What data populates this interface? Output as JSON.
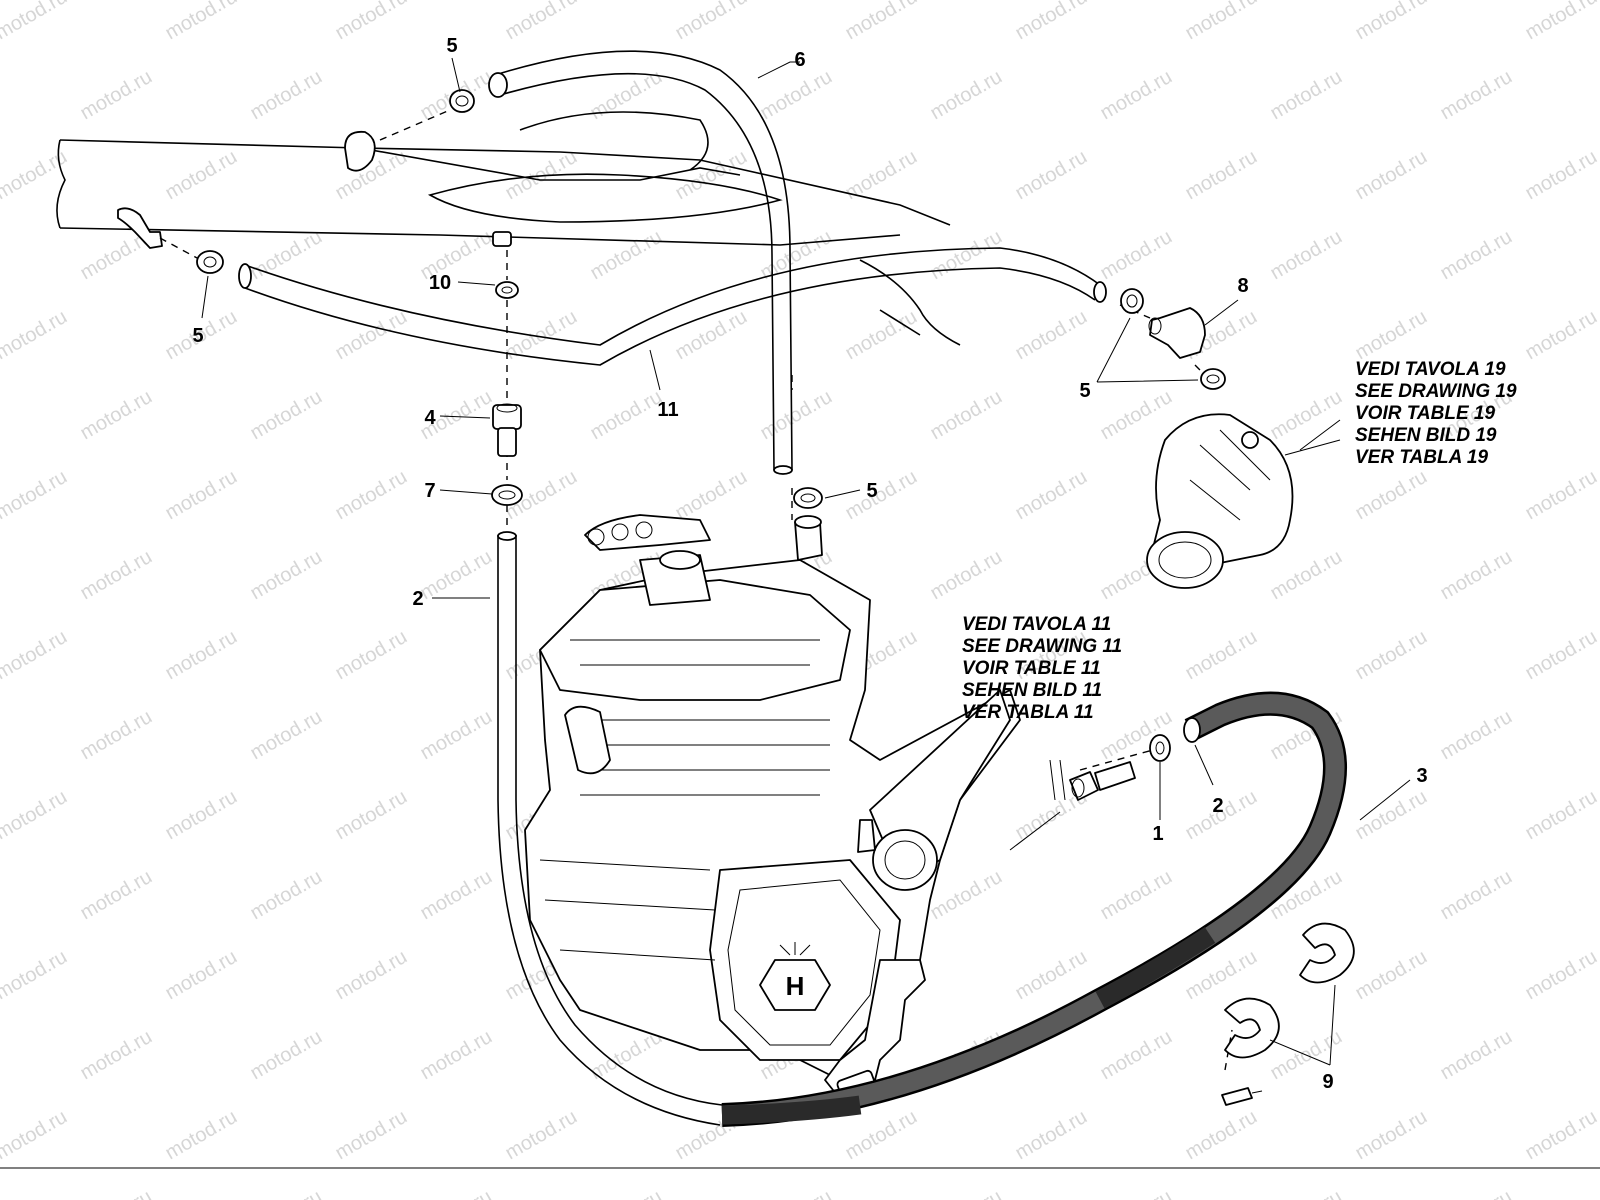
{
  "watermark": "motod.ru",
  "callouts": {
    "c5_top": "5",
    "c6": "6",
    "c5_left": "5",
    "c10": "10",
    "c11": "11",
    "c8": "8",
    "c5_right": "5",
    "c4": "4",
    "c7": "7",
    "c5_mid": "5",
    "c2_left": "2",
    "c3": "3",
    "c1": "1",
    "c2_right": "2",
    "c9": "9"
  },
  "notes": {
    "drawing19": [
      "VEDI TAVOLA 19",
      "SEE DRAWING 19",
      "VOIR TABLE 19",
      "SEHEN BILD 19",
      "VER TABLA 19"
    ],
    "drawing11": [
      "VEDI TAVOLA 11",
      "SEE DRAWING 11",
      "VOIR TABLE 11",
      "SEHEN BILD 11",
      "VER TABLA 11"
    ]
  },
  "logo_letter": "H",
  "colors": {
    "line": "#000000",
    "watermark": "#d6d6d6",
    "hose_dark": "#4a4a4a"
  }
}
